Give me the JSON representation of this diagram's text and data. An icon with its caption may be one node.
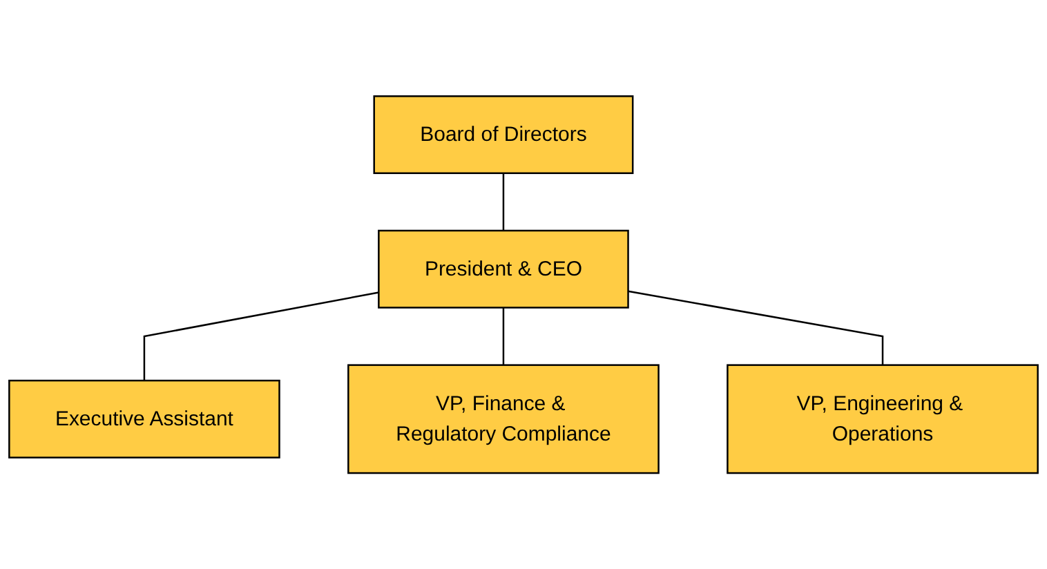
{
  "diagram": {
    "nodes": [
      {
        "text": [
          "Board of Directors"
        ]
      },
      {
        "text": [
          "President & CEO"
        ]
      },
      {
        "text": [
          "Executive Assistant"
        ]
      },
      {
        "text": [
          "VP, Finance & Regulatory Compliance"
        ]
      },
      {
        "text": [
          "VP, Engineering & Operations"
        ]
      }
    ],
    "edges": [
      {
        "from": 0,
        "to": 1,
        "arrow": "none"
      },
      {
        "from": 1,
        "to": 2,
        "arrow": "none"
      },
      {
        "from": 1,
        "to": 3,
        "arrow": "none"
      },
      {
        "from": 1,
        "to": 4,
        "arrow": "none"
      }
    ]
  }
}
